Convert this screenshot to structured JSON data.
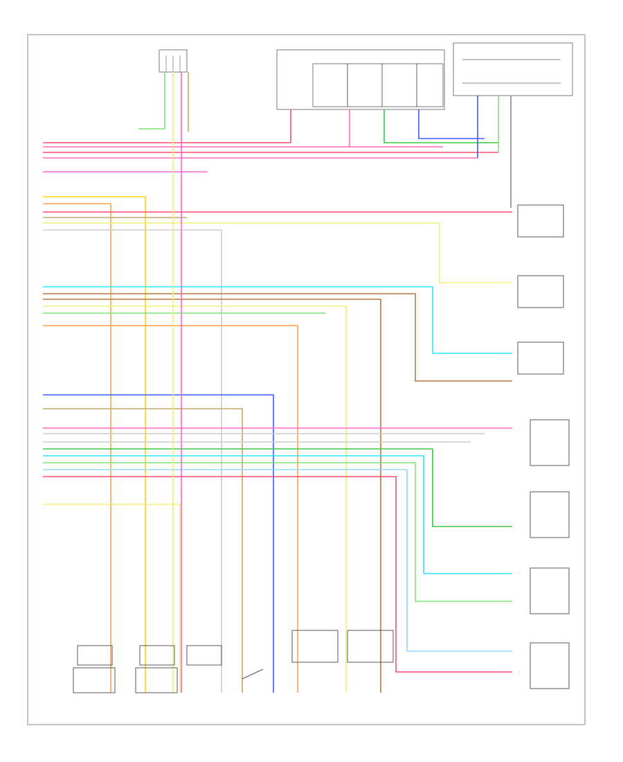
{
  "diagram": {
    "footer_code": "",
    "legend_notes": [],
    "wire_colors": {
      "red": "#ff4d6d",
      "pink": "#ff66cc",
      "yellow": "#ffd400",
      "light_yellow": "#f2f07a",
      "orange": "#ffa24a",
      "tan": "#c8a46a",
      "brown": "#b8743a",
      "light_green": "#7ee07e",
      "green": "#36c936",
      "cyan": "#33e0ff",
      "light_blue": "#8fd8ff",
      "blue": "#3b58ff",
      "purple": "#c24dff",
      "gray": "#cccccc"
    },
    "components": [
      {
        "id": "driver-seat-position-sensor"
      },
      {
        "id": "occupant-classification-module"
      },
      {
        "id": "passenger-presence-module"
      },
      {
        "id": "lf-seatbelt-retractor-pretensioner"
      },
      {
        "id": "rf-seatbelt-retractor-pretensioner"
      },
      {
        "id": "lr-seatbelt-retractor-pretensioner"
      },
      {
        "id": "rr-seatbelt-retractor-pretensioner"
      },
      {
        "id": "lf-side-airbag"
      },
      {
        "id": "rf-side-airbag"
      },
      {
        "id": "lr-side-airbag"
      },
      {
        "id": "rr-side-airbag"
      },
      {
        "id": "driver-seat-pretensioner"
      },
      {
        "id": "passenger-seat-pretensioner"
      },
      {
        "id": "passenger-seat-sensor"
      },
      {
        "id": "driver-seat-switch"
      },
      {
        "id": "passenger-seatbelt-switch"
      },
      {
        "id": "driver-seatbelt-switch"
      }
    ]
  }
}
